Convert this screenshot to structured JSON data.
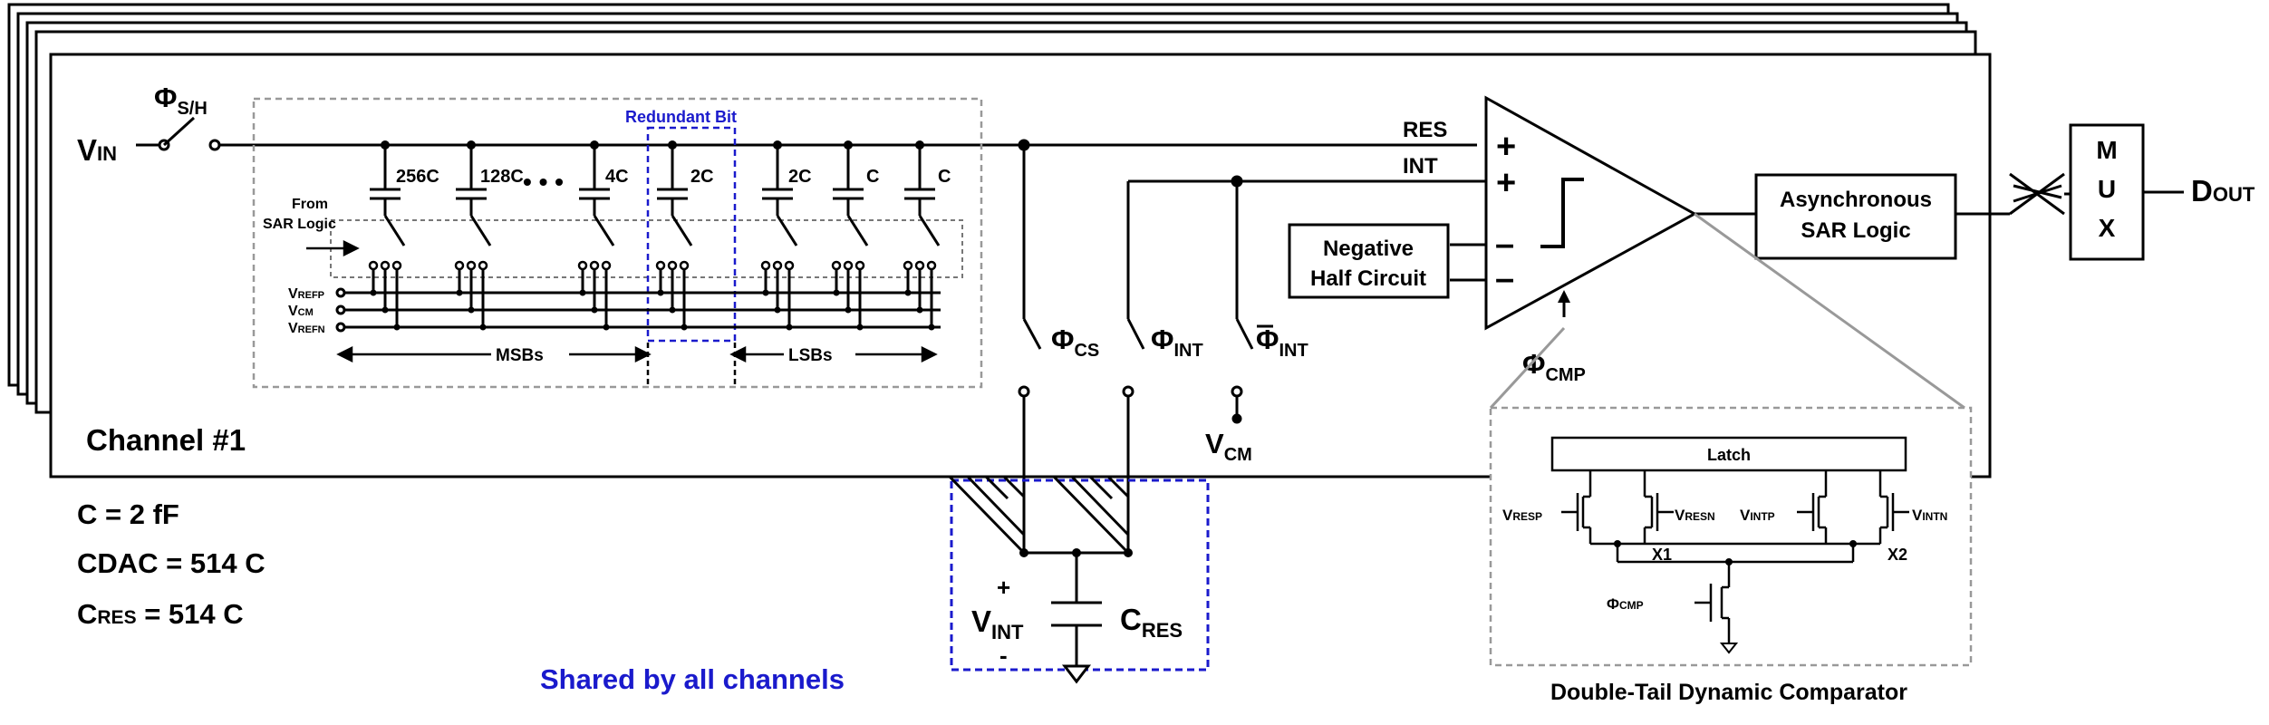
{
  "channel": {
    "title": "Channel #1"
  },
  "input": {
    "vin_main": "V",
    "vin_sub": "IN",
    "phi_sh_main": "Φ",
    "phi_sh_sub": "S/H"
  },
  "cdac": {
    "capacitors": [
      "256C",
      "128C",
      "4C",
      "2C",
      "2C",
      "C",
      "C"
    ],
    "ellipsis": "• • •",
    "redundant_label": "Redundant Bit",
    "from_sar_line1": "From",
    "from_sar_line2": "SAR Logic",
    "vrefp_main": "V",
    "vrefp_sub": "REFP",
    "vcm_main": "V",
    "vcm_sub": "CM",
    "vrefn_main": "V",
    "vrefn_sub": "REFN",
    "msbs": "MSBs",
    "lsbs": "LSBs"
  },
  "switches": {
    "cs_main": "Φ",
    "cs_sub": "CS",
    "int_main": "Φ",
    "int_sub": "INT",
    "intb_main": "Φ",
    "intb_sub": "INT",
    "vcm_main": "V",
    "vcm_sub": "CM"
  },
  "comparator": {
    "res": "RES",
    "int": "INT",
    "plus": "+",
    "minus": "–",
    "neg_half_line1": "Negative",
    "neg_half_line2": "Half Circuit",
    "phi_cmp_main": "Φ",
    "phi_cmp_sub": "CMP"
  },
  "sar_logic": {
    "line1": "Asynchronous",
    "line2": "SAR Logic"
  },
  "mux": {
    "letters": [
      "M",
      "U",
      "X"
    ]
  },
  "output": {
    "dout_main": "D",
    "dout_sub": "OUT"
  },
  "params": {
    "c": "C = 2 fF",
    "cdac": "CDAC = 514 C",
    "cres_main": "C",
    "cres_sub": "RES",
    "cres_rest": " = 514 C"
  },
  "shared": {
    "vint_main": "V",
    "vint_sub": "INT",
    "plus": "+",
    "minus": "-",
    "cres_main": "C",
    "cres_sub": "RES",
    "caption": "Shared by all channels"
  },
  "detail": {
    "latch": "Latch",
    "vresp_main": "V",
    "vresp_sub": "RESP",
    "vresn_main": "V",
    "vresn_sub": "RESN",
    "vintp_main": "V",
    "vintp_sub": "INTP",
    "vintn_main": "V",
    "vintn_sub": "INTN",
    "x1": "X1",
    "x2": "X2",
    "phi_cmp_main": "Φ",
    "phi_cmp_sub": "CMP",
    "caption": "Double-Tail Dynamic Comparator"
  },
  "colors": {
    "ink": "#000000",
    "accent": "#1a1acc",
    "guide": "#999999"
  }
}
